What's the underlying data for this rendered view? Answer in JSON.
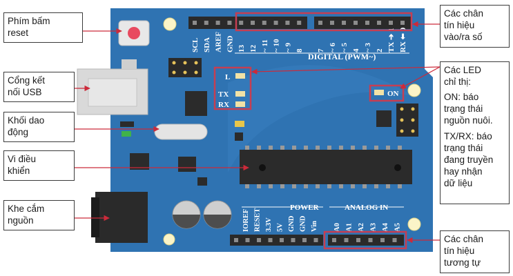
{
  "labels": {
    "reset_button": "Phím bấm\nreset",
    "usb_port": "Cổng kết\nnối USB",
    "oscillator": "Khối dao\nđộng",
    "microcontroller": "Vi điều\nkhiển",
    "power_jack": "Khe cắm\nnguồn",
    "digital_pins": "Các chân\ntín hiệu\nvào/ra số",
    "led_title": "Các LED\nchỉ thị:",
    "led_on_desc": "ON: báo\ntrạng thái\nnguồn nuôi.",
    "led_txrx_desc": "TX/RX: báo\ntrạng thái\nđang truyền\nhay nhận\ndữ liệu",
    "analog_pins": "Các chân\ntín hiệu\ntương tự"
  },
  "board": {
    "digital_header_left": [
      "SCL",
      "SDA",
      "AREF",
      "GND",
      "13",
      "12",
      "~ 11",
      "~ 10",
      "~ 9",
      "8"
    ],
    "digital_header_right": [
      "7",
      "~ 6",
      "~ 5",
      "4",
      "~ 3",
      "2",
      "TX ➔ 1",
      "RX ⬅ 0"
    ],
    "digital_title": "DIGITAL (PWM~)",
    "led_l": "L",
    "led_tx": "TX",
    "led_rx": "RX",
    "led_on": "ON",
    "power_title": "POWER",
    "analog_title": "ANALOG IN",
    "power_pins": [
      "IOREF",
      "RESET",
      "3.3V",
      "5V",
      "GND",
      "GND",
      "Vin"
    ],
    "analog_pins": [
      "A0",
      "A1",
      "A2",
      "A3",
      "A4",
      "A5"
    ]
  },
  "colors": {
    "board": "#2f73b2",
    "highlight": "#c63e52",
    "arrow": "#cc2a3a",
    "silk": "#ffffff",
    "chip": "#2b2b2b"
  }
}
